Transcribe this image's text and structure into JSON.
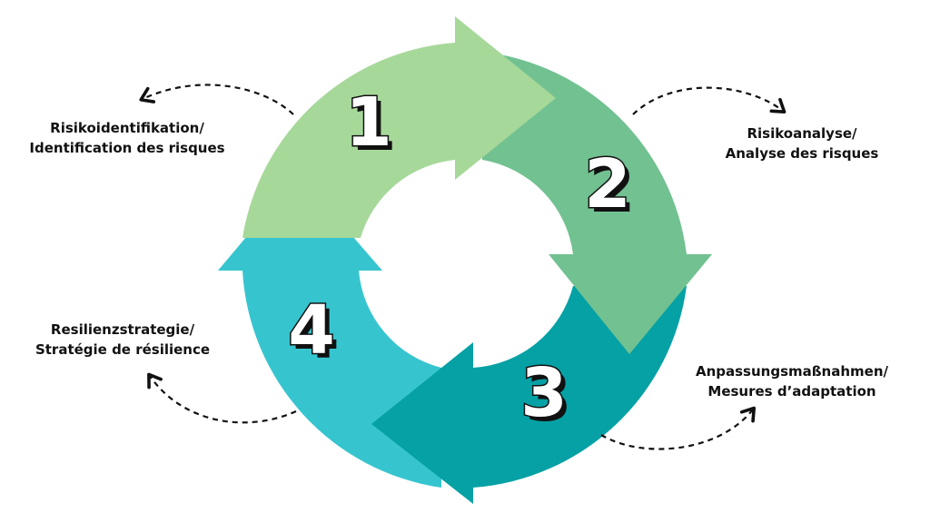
{
  "colors": {
    "step1": "#a6d89a",
    "step2": "#72c191",
    "step3": "#05a1a5",
    "step4": "#36c5cf",
    "number_fill": "#ffffff",
    "number_stroke": "#111111",
    "text": "#111111"
  },
  "steps": [
    {
      "number": "1",
      "label_de": "Risikoidentifikation/",
      "label_fr": "Identification des risques"
    },
    {
      "number": "2",
      "label_de": "Risikoanalyse/",
      "label_fr": "Analyse des risques"
    },
    {
      "number": "3",
      "label_de": "Anpassungsmaßnahmen/",
      "label_fr": "Mesures d’adaptation"
    },
    {
      "number": "4",
      "label_de": "Resilienzstrategie/",
      "label_fr": "Stratégie de résilience"
    }
  ]
}
